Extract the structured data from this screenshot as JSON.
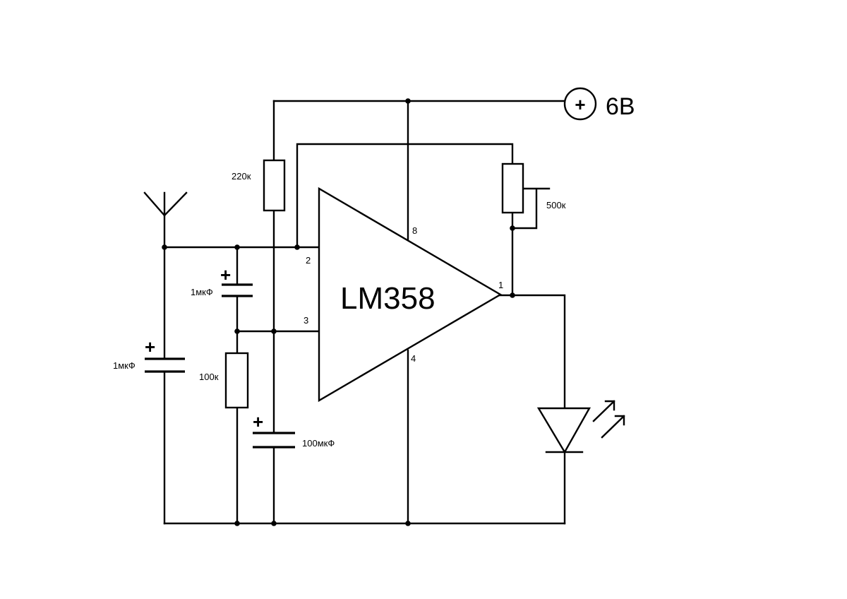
{
  "ic": {
    "name": "LM358",
    "pins": {
      "inv": "2",
      "noninv": "3",
      "out": "1",
      "vcc": "8",
      "gnd": "4"
    }
  },
  "supply": {
    "symbol": "+",
    "label": "6В"
  },
  "resistors": {
    "r_top": "220к",
    "r_bottom": "100к",
    "pot": "500к"
  },
  "capacitors": {
    "c_mid": "1мкФ",
    "c_left": "1мкФ",
    "c_big": "100мкФ",
    "polarity_mark": "+"
  },
  "colors": {
    "ink": "#000000",
    "background": "#ffffff"
  }
}
